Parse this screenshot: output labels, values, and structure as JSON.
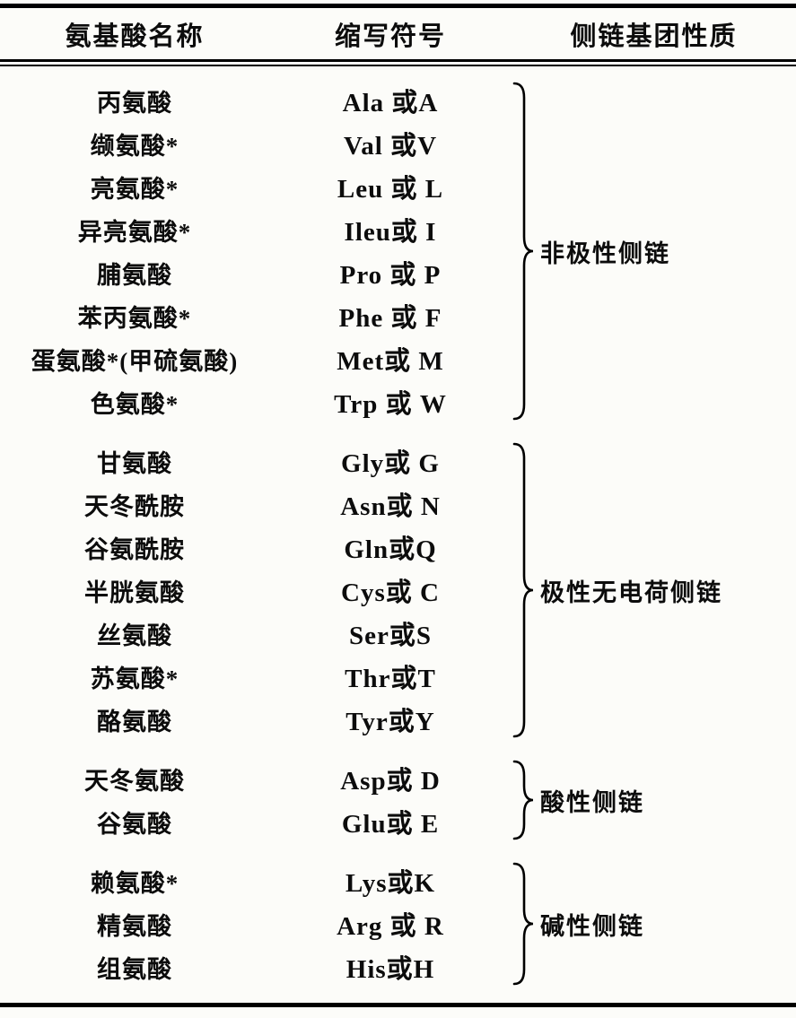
{
  "table": {
    "headers": [
      "氨基酸名称",
      "缩写符号",
      "侧链基团性质"
    ],
    "groups": [
      {
        "label": "非极性侧链",
        "rows": [
          {
            "name": "丙氨酸",
            "abbr": "Ala 或A"
          },
          {
            "name": "缬氨酸*",
            "abbr": "Val 或V"
          },
          {
            "name": "亮氨酸*",
            "abbr": "Leu 或 L"
          },
          {
            "name": "异亮氨酸*",
            "abbr": "Ileu或 I"
          },
          {
            "name": "脯氨酸",
            "abbr": "Pro 或 P"
          },
          {
            "name": "苯丙氨酸*",
            "abbr": "Phe 或 F"
          },
          {
            "name": "蛋氨酸*(甲硫氨酸)",
            "abbr": "Met或 M"
          },
          {
            "name": "色氨酸*",
            "abbr": "Trp 或 W"
          }
        ]
      },
      {
        "label": "极性无电荷侧链",
        "rows": [
          {
            "name": "甘氨酸",
            "abbr": "Gly或 G"
          },
          {
            "name": "天冬酰胺",
            "abbr": "Asn或 N"
          },
          {
            "name": "谷氨酰胺",
            "abbr": "Gln或Q"
          },
          {
            "name": "半胱氨酸",
            "abbr": "Cys或 C"
          },
          {
            "name": "丝氨酸",
            "abbr": "Ser或S"
          },
          {
            "name": "苏氨酸*",
            "abbr": "Thr或T"
          },
          {
            "name": "酪氨酸",
            "abbr": "Tyr或Y"
          }
        ]
      },
      {
        "label": "酸性侧链",
        "rows": [
          {
            "name": "天冬氨酸",
            "abbr": "Asp或 D"
          },
          {
            "name": "谷氨酸",
            "abbr": "Glu或 E"
          }
        ]
      },
      {
        "label": "碱性侧链",
        "rows": [
          {
            "name": "赖氨酸*",
            "abbr": "Lys或K"
          },
          {
            "name": "精氨酸",
            "abbr": "Arg 或 R"
          },
          {
            "name": "组氨酸",
            "abbr": "His或H"
          }
        ]
      }
    ]
  }
}
